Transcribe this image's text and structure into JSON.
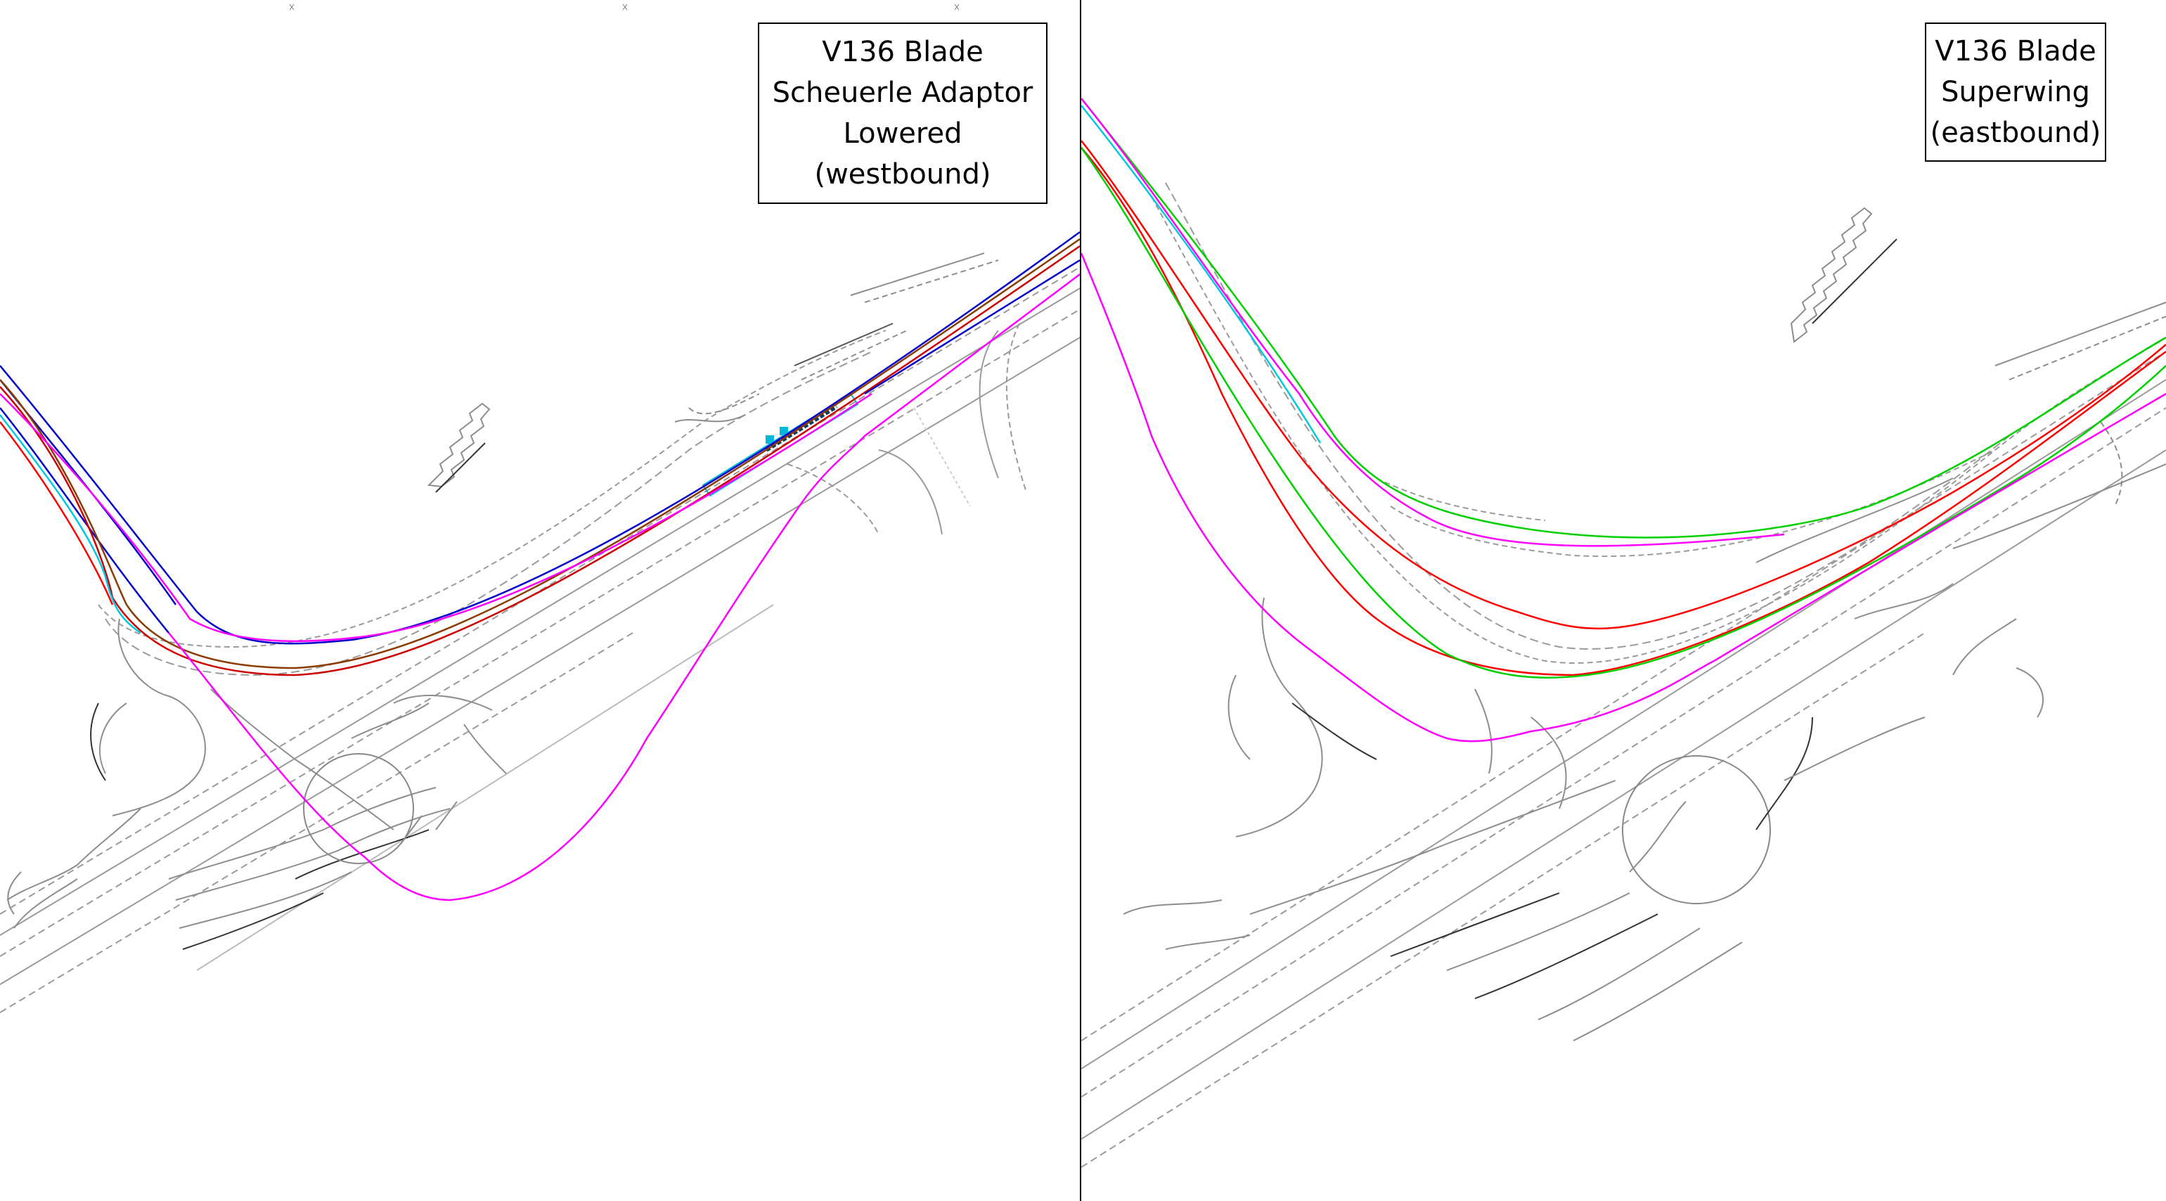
{
  "panels": [
    {
      "id": "left",
      "label_lines": [
        "V136 Blade",
        "Scheuerle Adaptor",
        "Lowered",
        "(westbound)"
      ]
    },
    {
      "id": "right",
      "label_lines": [
        "V136 Blade",
        "Superwing",
        "(eastbound)"
      ]
    }
  ],
  "colors": {
    "background": "#ffffff",
    "frame": "#000000",
    "base_linework": "#9a9a9a",
    "base_dark": "#555555",
    "swept_path_magenta": "#ff00ff",
    "swept_path_red": "#ff0000",
    "swept_path_green": "#00d000",
    "swept_path_blue": "#0000cc",
    "swept_path_brown": "#8b3a00",
    "swept_path_cyan": "#00c8e0"
  },
  "icons": {
    "top_tick_marks": "cross-hair-marker"
  }
}
